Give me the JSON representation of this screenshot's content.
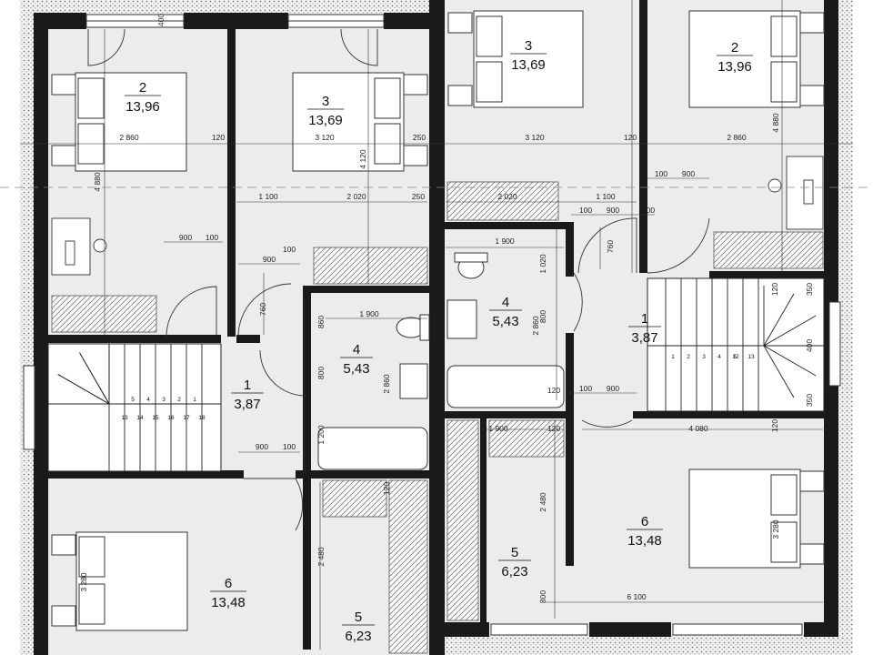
{
  "rooms": [
    {
      "id": "l2",
      "number": "2",
      "area": "13,96"
    },
    {
      "id": "l3",
      "number": "3",
      "area": "13,69"
    },
    {
      "id": "l1",
      "number": "1",
      "area": "3,87"
    },
    {
      "id": "l4",
      "number": "4",
      "area": "5,43"
    },
    {
      "id": "l6",
      "number": "6",
      "area": "13,48"
    },
    {
      "id": "l5",
      "number": "5",
      "area": "6,23"
    },
    {
      "id": "r3",
      "number": "3",
      "area": "13,69"
    },
    {
      "id": "r2",
      "number": "2",
      "area": "13,96"
    },
    {
      "id": "r4",
      "number": "4",
      "area": "5,43"
    },
    {
      "id": "r1",
      "number": "1",
      "area": "3,87"
    },
    {
      "id": "r6",
      "number": "6",
      "area": "13,48"
    },
    {
      "id": "r5",
      "number": "5",
      "area": "6,23"
    }
  ],
  "dims": {
    "l_2860": "2 860",
    "l_120a": "120",
    "l_3120": "3 120",
    "l_250a": "250",
    "r_3120": "3 120",
    "r_120a": "120",
    "r_2860": "2 860",
    "r_4880": "4 880",
    "l_4880": "4 880",
    "l_400": "400",
    "l_1100": "1 100",
    "l_2020": "2 020",
    "l_250b": "250",
    "r_2020": "2 020",
    "r_1100": "1 100",
    "r_100a": "100",
    "r_900a": "900",
    "r_100b": "100",
    "r_900b": "900",
    "r_100c": "100",
    "l_900a": "900",
    "l_100a": "100",
    "l_900b": "900",
    "l_100b": "100",
    "l_4120": "4 120",
    "l_760": "760",
    "r_760": "760",
    "l_1900": "1 900",
    "l_860": "860",
    "l_800": "800",
    "l_2860v": "2 860",
    "r_1900": "1 900",
    "r_1020": "1 020",
    "r_2860v": "2 860",
    "r_800": "800",
    "r_120b": "120",
    "r_120c": "120",
    "r_350a": "350",
    "r_350b": "350",
    "r_400": "400",
    "r_100d": "100",
    "r_900c": "900",
    "l_900c": "900",
    "l_100c": "100",
    "l_1200": "1 200",
    "r_1900b": "1 900",
    "r_120d": "120",
    "r_4080": "4 080",
    "r_120e": "120",
    "r_2480": "2 480",
    "r_3280": "3 280",
    "r_800b": "800",
    "r_6100": "6 100",
    "l_120c": "120",
    "l_2480": "2 480",
    "l_3280": "3 280"
  },
  "stairs": {
    "left_numbers": [
      "1",
      "2",
      "3",
      "4",
      "5",
      "13",
      "14",
      "15",
      "16",
      "17",
      "18"
    ],
    "right_numbers": [
      "1",
      "2",
      "3",
      "4",
      "5",
      "12",
      "13"
    ]
  }
}
